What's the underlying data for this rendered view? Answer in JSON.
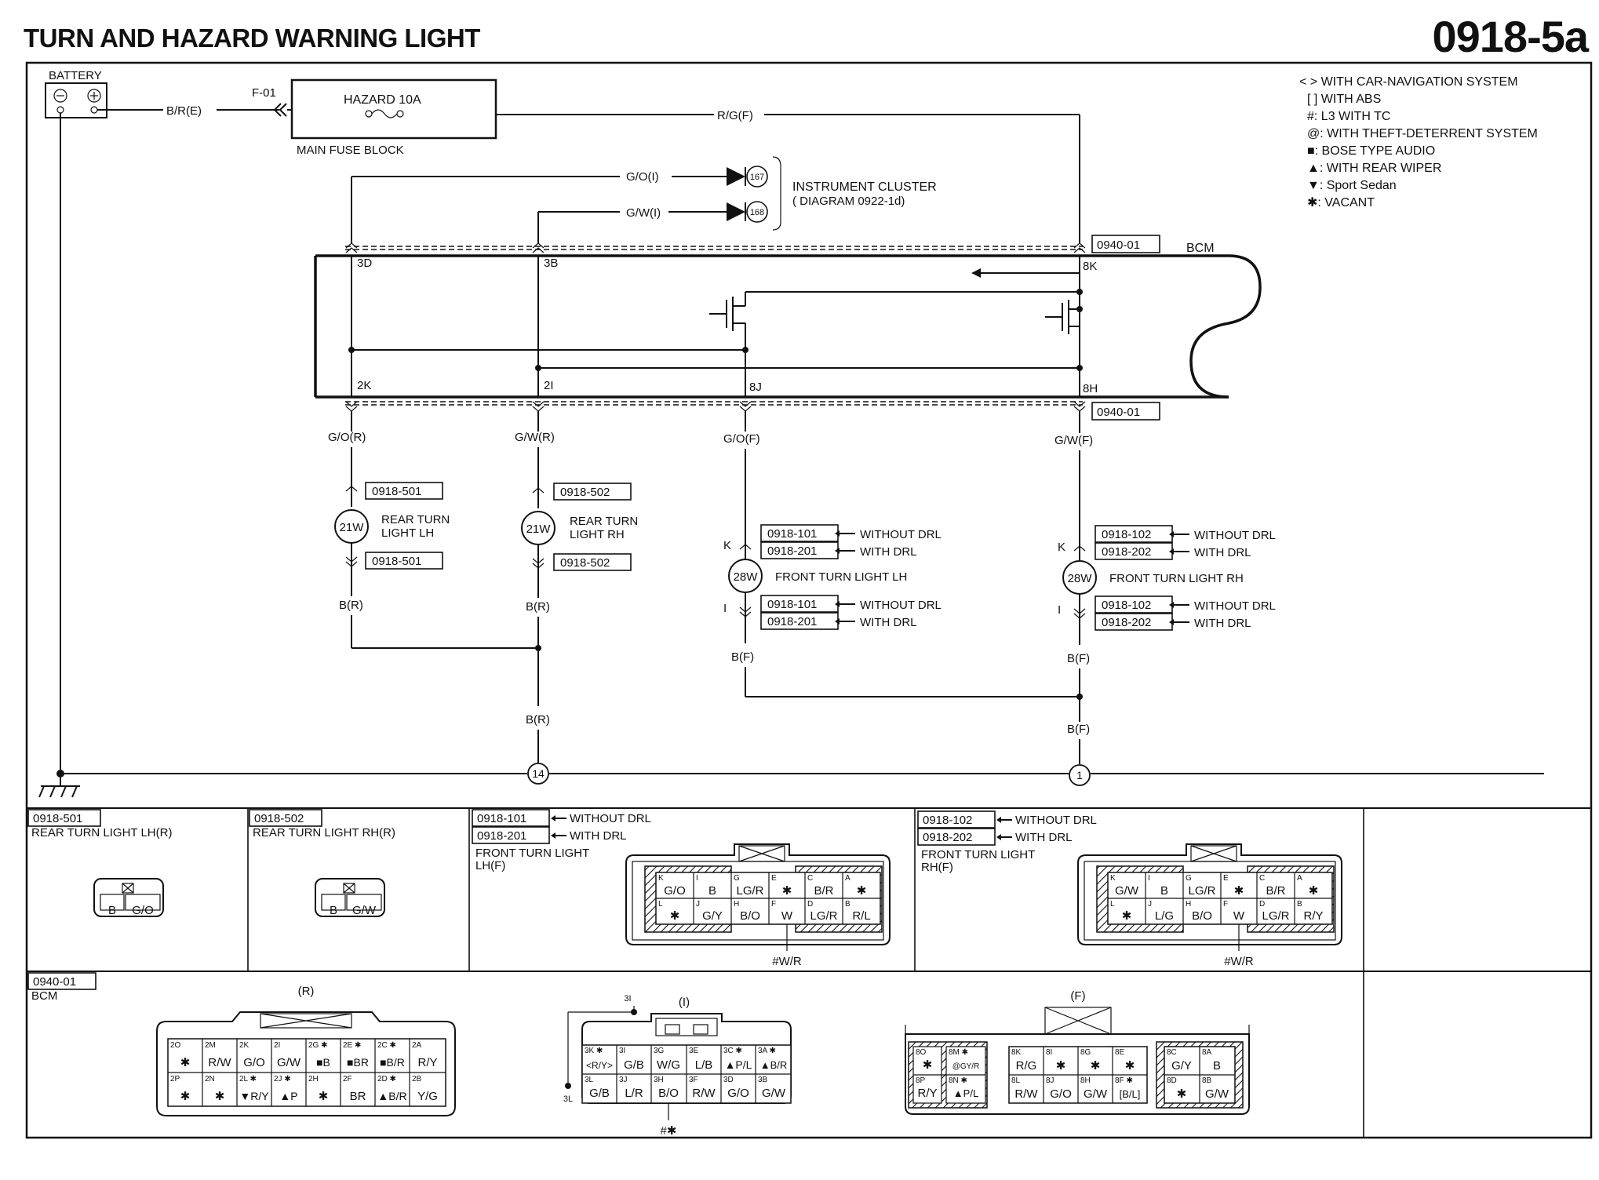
{
  "page": {
    "title": "TURN AND HAZARD WARNING LIGHT",
    "number": "0918-5a"
  },
  "legend": [
    "< > WITH CAR-NAVIGATION SYSTEM",
    "[ ] WITH ABS",
    "#: L3 WITH TC",
    "@: WITH THEFT-DETERRENT SYSTEM",
    "■: BOSE TYPE AUDIO",
    "▲: WITH REAR WIPER",
    "▼: Sport Sedan",
    "✱: VACANT"
  ],
  "power": {
    "battery": "BATTERY",
    "fuse_id": "F-01",
    "fuse_name": "HAZARD 10A",
    "fuse_block": "MAIN FUSE BLOCK",
    "wire_in": "B/R(E)",
    "wire_out": "R/G(F)"
  },
  "cluster": {
    "label": "INSTRUMENT CLUSTER",
    "sub": "( DIAGRAM 0922-1d)",
    "wire1": "G/O(I)",
    "wire2": "G/W(I)",
    "pin1": "167",
    "pin2": "168"
  },
  "bcm": {
    "label": "BCM",
    "conn_top": "0940-01",
    "conn_bottom": "0940-01",
    "pins": [
      "3D",
      "3B",
      "8K",
      "2K",
      "2I",
      "8J",
      "8H"
    ]
  },
  "rear_lh": {
    "wire_top": "G/O(R)",
    "conn": "0918-501",
    "bulb": "21W",
    "name1": "REAR TURN",
    "name2": "LIGHT LH",
    "wire_bottom": "B(R)"
  },
  "rear_rh": {
    "wire_top": "G/W(R)",
    "conn": "0918-502",
    "bulb": "21W",
    "name1": "REAR TURN",
    "name2": "LIGHT RH",
    "wire_bottom": "B(R)",
    "wire_ground": "B(R)"
  },
  "front_lh": {
    "wire_top": "G/O(F)",
    "pin_k": "K",
    "pin_i": "I",
    "conn_a": "0918-101",
    "conn_b": "0918-201",
    "without": "WITHOUT DRL",
    "with": "WITH DRL",
    "bulb": "28W",
    "name": "FRONT TURN LIGHT LH",
    "wire_bottom": "B(F)"
  },
  "front_rh": {
    "wire_top": "G/W(F)",
    "pin_k": "K",
    "pin_i": "I",
    "conn_a": "0918-102",
    "conn_b": "0918-202",
    "without": "WITHOUT DRL",
    "with": "WITH DRL",
    "bulb": "28W",
    "name": "FRONT TURN LIGHT RH",
    "wire_bottom": "B(F)",
    "wire_ground": "B(F)"
  },
  "grounds": {
    "g1": "14",
    "g2": "1"
  },
  "views": {
    "rear_lh": {
      "code": "0918-501",
      "name": "REAR TURN LIGHT LH(R)",
      "pins": [
        "B",
        "G/O"
      ]
    },
    "rear_rh": {
      "code": "0918-502",
      "name": "REAR TURN LIGHT RH(R)",
      "pins": [
        "B",
        "G/W"
      ]
    },
    "front_lh": {
      "code_a": "0918-101",
      "code_b": "0918-201",
      "without": "WITHOUT DRL",
      "with": "WITH DRL",
      "name1": "FRONT TURN LIGHT",
      "name2": "LH(F)",
      "note": "#W/R",
      "top_ids": [
        "K",
        "I",
        "G",
        "E",
        "C",
        "A"
      ],
      "top": [
        "G/O",
        "B",
        "LG/R",
        "✱",
        "B/R",
        "✱"
      ],
      "bot_ids": [
        "L",
        "J",
        "H",
        "F",
        "D",
        "B"
      ],
      "bot": [
        "✱",
        "G/Y",
        "B/O",
        "W",
        "LG/R",
        "R/L"
      ]
    },
    "front_rh": {
      "code_a": "0918-102",
      "code_b": "0918-202",
      "without": "WITHOUT DRL",
      "with": "WITH DRL",
      "name1": "FRONT TURN LIGHT",
      "name2": "RH(F)",
      "note": "#W/R",
      "top_ids": [
        "K",
        "I",
        "G",
        "E",
        "C",
        "A"
      ],
      "top": [
        "G/W",
        "B",
        "LG/R",
        "✱",
        "B/R",
        "✱"
      ],
      "bot_ids": [
        "L",
        "J",
        "H",
        "F",
        "D",
        "B"
      ],
      "bot": [
        "✱",
        "L/G",
        "B/O",
        "W",
        "LG/R",
        "R/Y"
      ]
    },
    "bcm": {
      "code": "0940-01",
      "name": "BCM",
      "r_label": "(R)",
      "r_top_ids": [
        "2O",
        "2M",
        "2K",
        "2I",
        "2G ✱",
        "2E ✱",
        "2C ✱",
        "2A"
      ],
      "r_top": [
        "✱",
        "R/W",
        "G/O",
        "G/W",
        "■B",
        "■BR",
        "■B/R",
        "R/Y"
      ],
      "r_bot_ids": [
        "2P",
        "2N",
        "2L ✱",
        "2J ✱",
        "2H",
        "2F",
        "2D ✱",
        "2B"
      ],
      "r_bot": [
        "✱",
        "✱",
        "▼R/Y",
        "▲P",
        "✱",
        "BR",
        "▲B/R",
        "Y/G"
      ],
      "i_label": "(I)",
      "i_top_ids": [
        "3K ✱",
        "3I",
        "3G",
        "3E",
        "3C ✱",
        "3A ✱"
      ],
      "i_top": [
        "<R/Y>",
        "G/B",
        "W/G",
        "L/B",
        "▲P/L",
        "▲B/R"
      ],
      "i_bot_ids": [
        "3L",
        "3J",
        "3H",
        "3F",
        "3D",
        "3B"
      ],
      "i_bot": [
        "G/B",
        "L/R",
        "B/O",
        "R/W",
        "G/O",
        "G/W"
      ],
      "i_side_top": "3I",
      "i_side_bot": "3L",
      "i_note": "#✱",
      "f_label": "(F)",
      "f_left_ids": [
        "8O",
        "8M ✱",
        "8P",
        "8N ✱"
      ],
      "f_left": [
        "✱",
        "@GY/R",
        "R/Y",
        "▲P/L"
      ],
      "f_mid_ids": [
        "8K",
        "8I",
        "8G",
        "8E",
        "8L",
        "8J",
        "8H",
        "8F ✱"
      ],
      "f_mid": [
        "R/G",
        "✱",
        "✱",
        "✱",
        "R/W",
        "G/O",
        "G/W",
        "[B/L]"
      ],
      "f_right_ids": [
        "8C",
        "8A",
        "8D",
        "8B"
      ],
      "f_right": [
        "G/Y",
        "B",
        "✱",
        "G/W"
      ]
    }
  }
}
